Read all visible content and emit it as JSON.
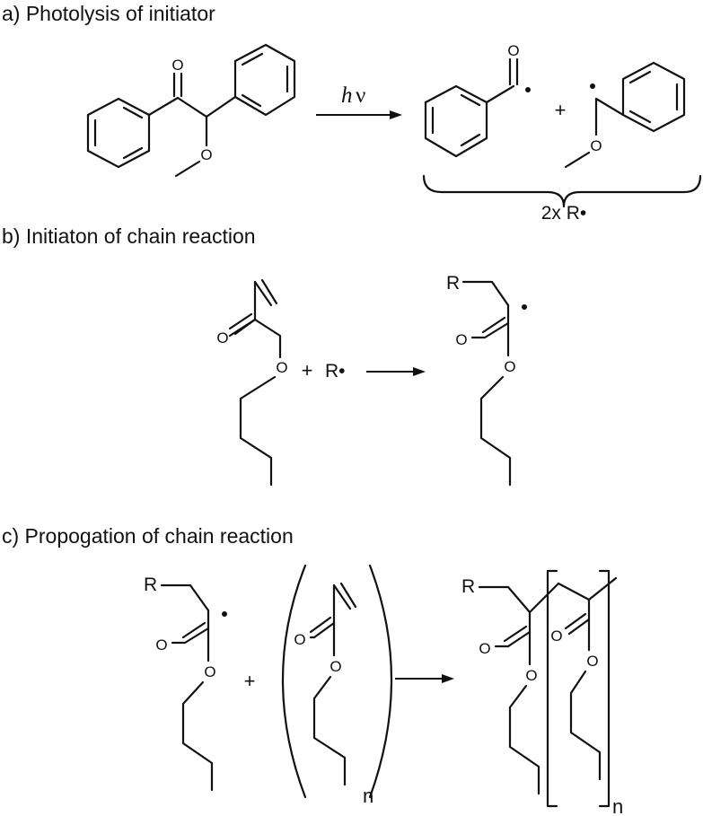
{
  "section_a": {
    "title": "a) Photolysis of initiator",
    "oxygen_label": "O",
    "arrow_label_h": "h",
    "arrow_label_nu": "ν",
    "plus": "+",
    "brace_label": "2x R•"
  },
  "section_b": {
    "title": "b) Initiaton of chain reaction",
    "oxygen_label": "O",
    "reactant_label": "R•",
    "plus": "+",
    "r_group": "R"
  },
  "section_c": {
    "title": "c) Propogation of chain reaction",
    "oxygen_label": "O",
    "r_group": "R",
    "plus": "+",
    "repeat_subscript": "n"
  }
}
